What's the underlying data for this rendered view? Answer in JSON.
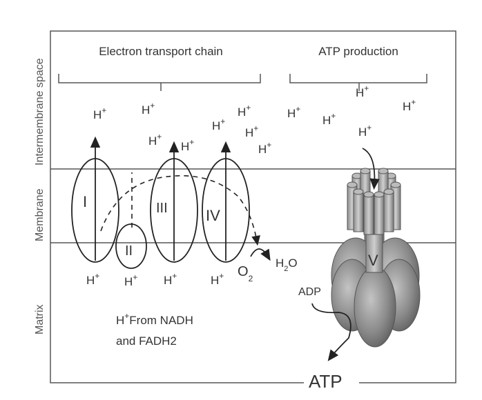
{
  "side_labels": {
    "intermembrane": "Intermembrane space",
    "membrane": "Membrane",
    "matrix": "Matrix"
  },
  "brackets": {
    "etc": "Electron transport chain",
    "atp_production": "ATP production"
  },
  "complexes": [
    "I",
    "II",
    "III",
    "IV",
    "V"
  ],
  "proton": "H",
  "proton_charge": "+",
  "oxygen": {
    "base": "O",
    "sub": "2"
  },
  "water": {
    "h": "H",
    "sub": "2",
    "o": "O"
  },
  "adp": "ADP",
  "atp": "ATP",
  "source_note": {
    "line1": "From NADH",
    "line2": "and FADH2"
  }
}
